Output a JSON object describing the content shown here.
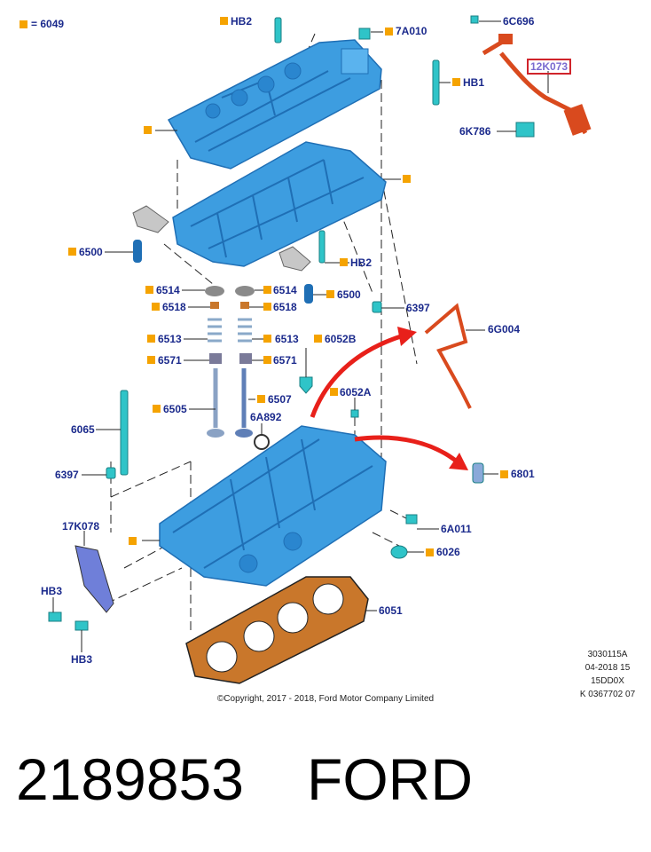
{
  "legend": {
    "text": "= 6049"
  },
  "labels": [
    {
      "id": "hb2-top",
      "text": "HB2"
    },
    {
      "id": "7a010",
      "text": "7A010"
    },
    {
      "id": "6c696",
      "text": "6C696"
    },
    {
      "id": "12k073",
      "text": "12K073"
    },
    {
      "id": "hb1",
      "text": "HB1"
    },
    {
      "id": "6k786",
      "text": "6K786"
    },
    {
      "id": "6500-left",
      "text": "6500"
    },
    {
      "id": "hb2-mid",
      "text": "HB2"
    },
    {
      "id": "6514-left",
      "text": "6514"
    },
    {
      "id": "6514-right",
      "text": "6514"
    },
    {
      "id": "6500-right",
      "text": "6500"
    },
    {
      "id": "6518-left",
      "text": "6518"
    },
    {
      "id": "6518-right",
      "text": "6518"
    },
    {
      "id": "6397-top",
      "text": "6397"
    },
    {
      "id": "6g004",
      "text": "6G004"
    },
    {
      "id": "6513-left",
      "text": "6513"
    },
    {
      "id": "6513-right",
      "text": "6513"
    },
    {
      "id": "6052b",
      "text": "6052B"
    },
    {
      "id": "6571-left",
      "text": "6571"
    },
    {
      "id": "6571-right",
      "text": "6571"
    },
    {
      "id": "6052a",
      "text": "6052A"
    },
    {
      "id": "6507",
      "text": "6507"
    },
    {
      "id": "6505",
      "text": "6505"
    },
    {
      "id": "6a892",
      "text": "6A892"
    },
    {
      "id": "6065",
      "text": "6065"
    },
    {
      "id": "6801",
      "text": "6801"
    },
    {
      "id": "6397-left",
      "text": "6397"
    },
    {
      "id": "17k078",
      "text": "17K078"
    },
    {
      "id": "6a011",
      "text": "6A011"
    },
    {
      "id": "6026",
      "text": "6026"
    },
    {
      "id": "hb3-a",
      "text": "HB3"
    },
    {
      "id": "6051",
      "text": "6051"
    },
    {
      "id": "hb3-b",
      "text": "HB3"
    }
  ],
  "meta": [
    "3030115A",
    "04-2018 15",
    "15DD0X",
    "K 0367702 07"
  ],
  "copyright": "©Copyright, 2017 - 2018, Ford Motor Company Limited",
  "part_number": "2189853",
  "brand": "FORD",
  "colors": {
    "part_blue": "#3d9de0",
    "part_blue_dark": "#1f6fb5",
    "harness_red": "#d94a1e",
    "gasket": "#c9772b",
    "label": "#1b2a8c",
    "marker": "#f5a300",
    "arrow": "#e8201a",
    "fastener": "#2fc4c8"
  }
}
